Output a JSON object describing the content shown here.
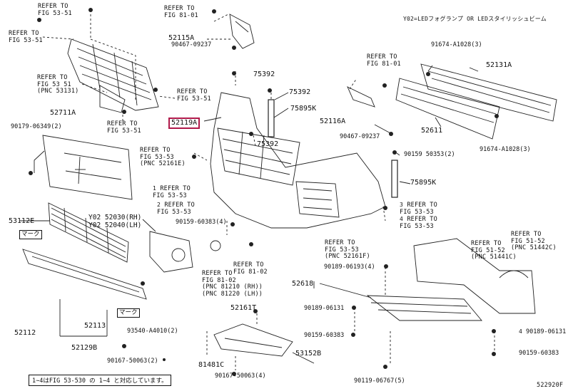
{
  "header_note": "Y02=LEDフォグランプ OR LEDスタイリッシュビーム",
  "diagram_id": "522920F",
  "footnote": "1∼4はFIG 53-530 の 1∼4 と対応しています。",
  "highlighted_part": "52119A",
  "refs": [
    {
      "id": "ref1",
      "text": "REFER TO\nFIG 53-51"
    },
    {
      "id": "ref2",
      "text": "REFER TO\nFIG 53-51"
    },
    {
      "id": "ref3",
      "text": "REFER TO\nFIG 53 51\n(PNC 53131)"
    },
    {
      "id": "ref4",
      "text": "REFER TO\nFIG 53-51"
    },
    {
      "id": "ref5",
      "text": "REFER TO\nFIG 53-51"
    },
    {
      "id": "ref6",
      "text": "REFER TO\nFIG 81-01"
    },
    {
      "id": "ref7",
      "text": "REFER TO\nFIG 81-01"
    },
    {
      "id": "ref8",
      "text": "REFER TO\nFIG 53-53\n(PNC 52161E)"
    },
    {
      "id": "ref9",
      "text": "REFER TO\nFIG 53-53"
    },
    {
      "id": "ref10",
      "text": "REFER TO\nFIG 53-53"
    },
    {
      "id": "ref11",
      "text": "REFER TO\nFIG 53-53"
    },
    {
      "id": "ref12",
      "text": "REFER TO\nFIG 53-53"
    },
    {
      "id": "ref13",
      "text": "REFER TO\nFIG 53-53\n(PNC 52161F)"
    },
    {
      "id": "ref14",
      "text": "REFER TO\nFIG 51-52\n(PNC 51442C)"
    },
    {
      "id": "ref15",
      "text": "REFER TO\nFIG 51-52\n(PNC 51441C)"
    },
    {
      "id": "ref16",
      "text": "REFER TO\nFIG 81-02"
    },
    {
      "id": "ref17",
      "text": "REFER TO\nFIG 81-02\n(PNC 81210 (RH))\n(PNC 81220 (LH))"
    }
  ],
  "parts": [
    {
      "id": "p52115A",
      "text": "52115A"
    },
    {
      "id": "p90467a",
      "text": "90467-09237"
    },
    {
      "id": "p75392a",
      "text": "75392"
    },
    {
      "id": "p75392b",
      "text": "75392"
    },
    {
      "id": "p75392c",
      "text": "75392"
    },
    {
      "id": "p75895K1",
      "text": "75895K"
    },
    {
      "id": "p75895K2",
      "text": "75895K"
    },
    {
      "id": "p91674a",
      "text": "91674-A1028(3)"
    },
    {
      "id": "p91674b",
      "text": "91674-A1028(3)"
    },
    {
      "id": "p52131A",
      "text": "52131A"
    },
    {
      "id": "p52116A",
      "text": "52116A"
    },
    {
      "id": "p52611",
      "text": "52611"
    },
    {
      "id": "p90467b",
      "text": "90467-09237"
    },
    {
      "id": "p90159a",
      "text": "90159 50353(2)"
    },
    {
      "id": "p52711A",
      "text": "52711A"
    },
    {
      "id": "p90179",
      "text": "90179-06349(2)"
    },
    {
      "id": "p53112E",
      "text": "53112E"
    },
    {
      "id": "pY02",
      "text": "Y02 52030(RH)\nY02 52040(LH)"
    },
    {
      "id": "p90159b",
      "text": "90159-60383(4)"
    },
    {
      "id": "p52618",
      "text": "52618"
    },
    {
      "id": "p90189a",
      "text": "90189-06193(4)"
    },
    {
      "id": "p90189b",
      "text": "90189-06131"
    },
    {
      "id": "p90159c",
      "text": "90159-60383"
    },
    {
      "id": "p52161T",
      "text": "52161T"
    },
    {
      "id": "p53152B",
      "text": "53152B"
    },
    {
      "id": "p90119",
      "text": "90119-06767(5)"
    },
    {
      "id": "p90189c",
      "text": "90189-06131"
    },
    {
      "id": "p90159d",
      "text": "90159-60383"
    },
    {
      "id": "p52112",
      "text": "52112"
    },
    {
      "id": "p52113",
      "text": "52113"
    },
    {
      "id": "p93540",
      "text": "93540-A4010(2)"
    },
    {
      "id": "p52129B",
      "text": "52129B"
    },
    {
      "id": "p90167a",
      "text": "90167-50063(2)"
    },
    {
      "id": "p90167b",
      "text": "90167-50063(4)"
    },
    {
      "id": "p81481C",
      "text": "81481C"
    }
  ],
  "marks": {
    "mark1": "マーク",
    "mark2": "マーク"
  },
  "triangles": {
    "t1": "1",
    "t2": "2",
    "t3": "3",
    "t4": "4",
    "t5": "4"
  }
}
